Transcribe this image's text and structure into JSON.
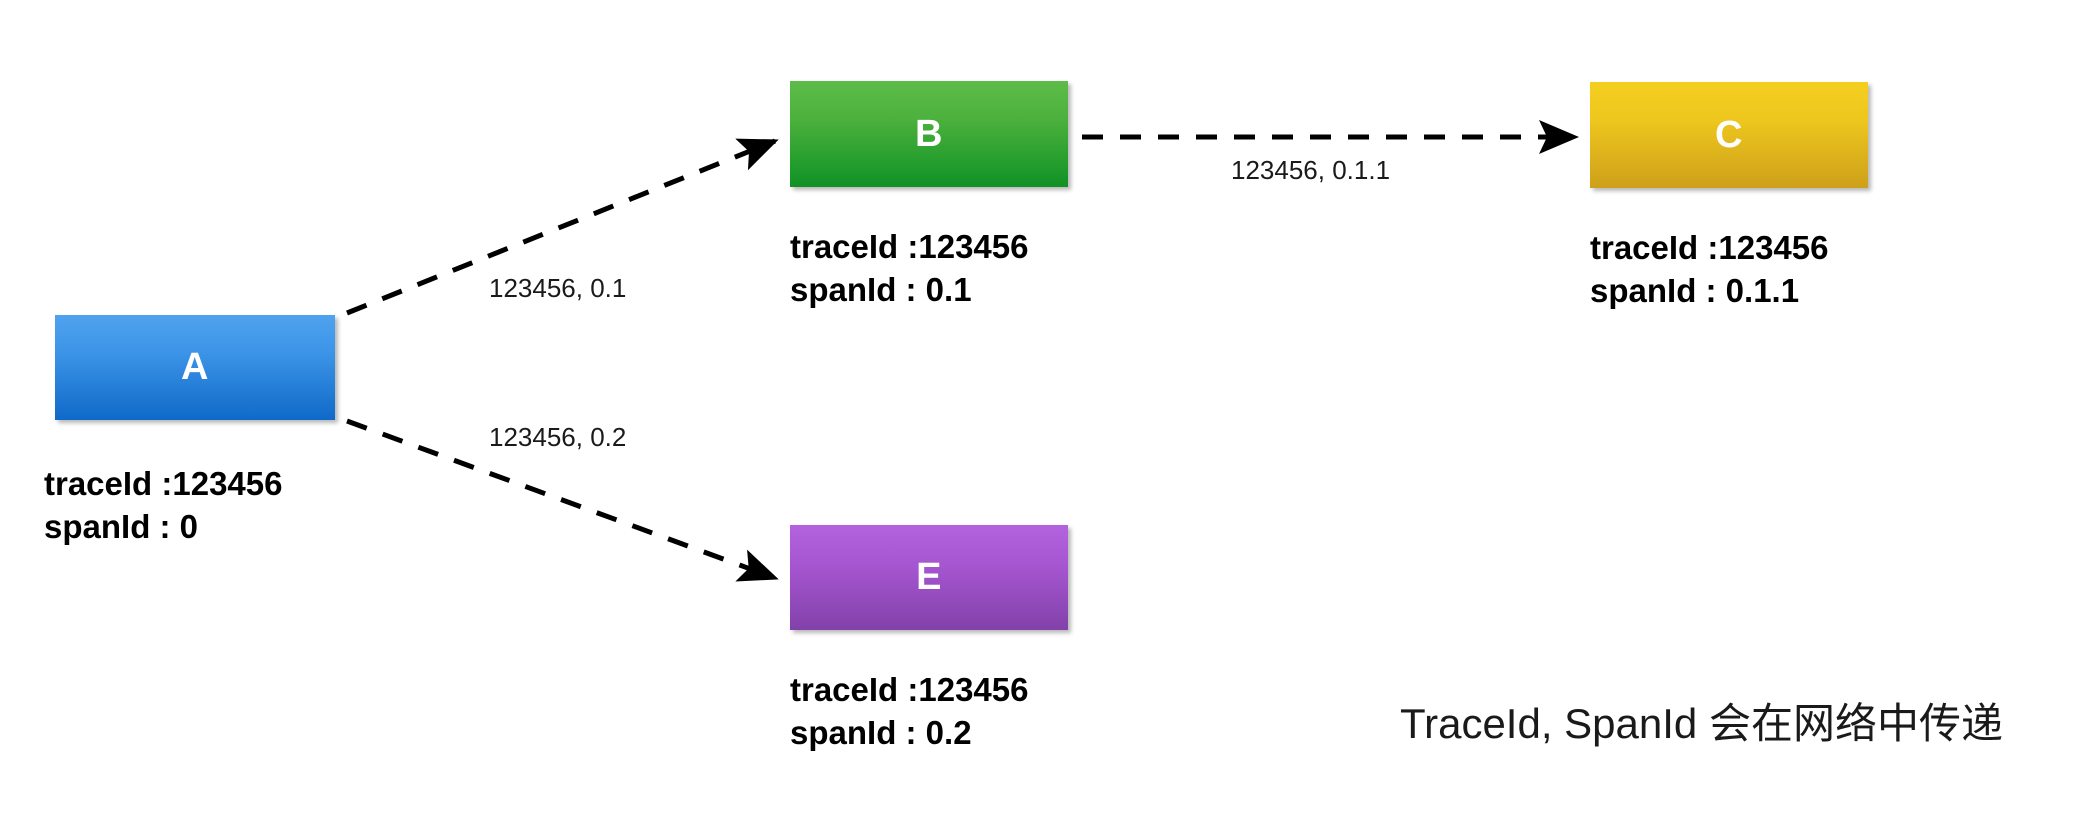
{
  "diagram": {
    "caption": "TraceId, SpanId 会在网络中传递",
    "nodes": [
      {
        "id": "a",
        "label": "A",
        "color": "#2b84df",
        "trace_line": "traceId :123456",
        "span_line": "spanId : 0"
      },
      {
        "id": "b",
        "label": "B",
        "color": "#3aab35",
        "trace_line": "traceId :123456",
        "span_line": "spanId : 0.1"
      },
      {
        "id": "c",
        "label": "C",
        "color": "#e2bb1d",
        "trace_line": "traceId :123456",
        "span_line": "spanId : 0.1.1"
      },
      {
        "id": "e",
        "label": "E",
        "color": "#9c4fc3",
        "trace_line": "traceId :123456",
        "span_line": "spanId : 0.2"
      }
    ],
    "edges": [
      {
        "id": "a-b",
        "from": "A",
        "to": "B",
        "label": "123456, 0.1"
      },
      {
        "id": "a-e",
        "from": "A",
        "to": "E",
        "label": "123456, 0.2"
      },
      {
        "id": "b-c",
        "from": "B",
        "to": "C",
        "label": "123456, 0.1.1"
      }
    ],
    "edge_style": {
      "stroke": "#000000",
      "dash": "dashed",
      "arrowhead": "solid-triangle"
    }
  }
}
